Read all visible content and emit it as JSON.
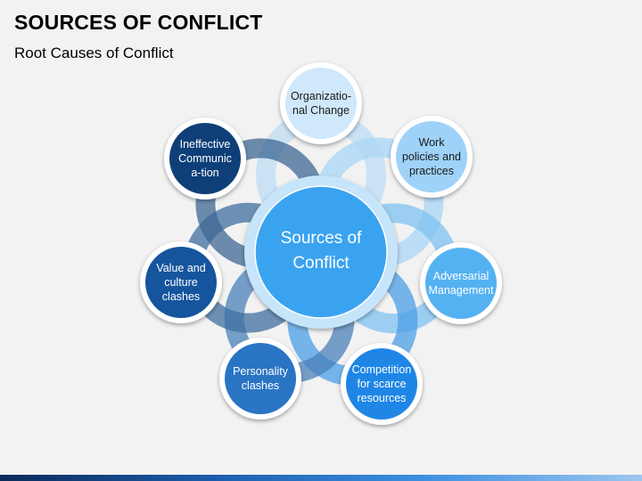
{
  "header": {
    "title": "SOURCES OF CONFLICT",
    "subtitle": "Root Causes of Conflict"
  },
  "center": {
    "lines": [
      "Sources of",
      "Conflict"
    ],
    "fill": "#3aa3f0",
    "ring": "#c6e4fa"
  },
  "nodes": [
    {
      "id": "organizational-change",
      "lines": [
        "Organizatio-",
        "nal Change"
      ],
      "fill": "#cfe8fb",
      "text_color": "#1a1a1a",
      "ring_color": "#bcdcf4"
    },
    {
      "id": "work-policies",
      "lines": [
        "Work",
        "policies and",
        "practices"
      ],
      "fill": "#9fd2f8",
      "text_color": "#1a1a1a",
      "ring_color": "#a9d6f7"
    },
    {
      "id": "adversarial-management",
      "lines": [
        "Adversarial",
        "Management"
      ],
      "fill": "#55b2f2",
      "text_color": "#ffffff",
      "ring_color": "#7fc2f2"
    },
    {
      "id": "competition",
      "lines": [
        "Competition",
        "for scarce",
        "resources"
      ],
      "fill": "#1f86e6",
      "text_color": "#ffffff",
      "ring_color": "#4b9fe6"
    },
    {
      "id": "personality",
      "lines": [
        "Personality",
        "clashes"
      ],
      "fill": "#2a74c4",
      "text_color": "#ffffff",
      "ring_color": "#4a80b8"
    },
    {
      "id": "value-culture",
      "lines": [
        "Value and",
        "culture",
        "clashes"
      ],
      "fill": "#15559d",
      "text_color": "#ffffff",
      "ring_color": "#3f6f9f"
    },
    {
      "id": "ineffective-communication",
      "lines": [
        "Ineffective",
        "Communic",
        "a-tion"
      ],
      "fill": "#0e3f78",
      "text_color": "#ffffff",
      "ring_color": "#3e6794"
    }
  ]
}
